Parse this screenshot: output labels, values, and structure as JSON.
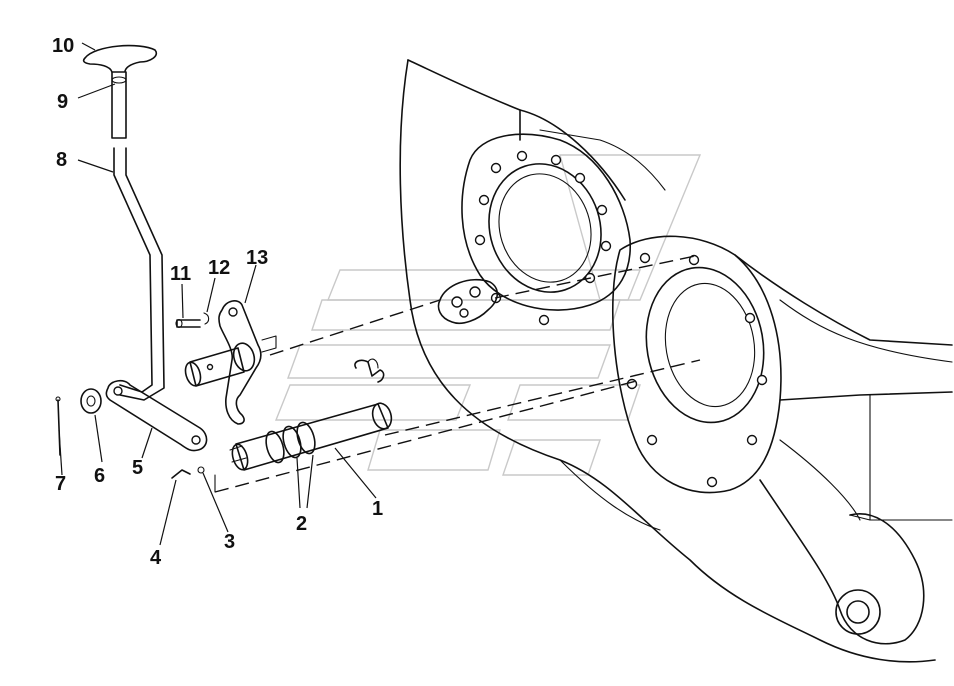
{
  "callouts": {
    "c1": "1",
    "c2": "2",
    "c3": "3",
    "c4": "4",
    "c5": "5",
    "c6": "6",
    "c7": "7",
    "c8": "8",
    "c9": "9",
    "c10": "10",
    "c11": "11",
    "c12": "12",
    "c13": "13"
  },
  "colors": {
    "line": "#111111",
    "background": "#ffffff",
    "watermark": "#c9c9c9"
  }
}
